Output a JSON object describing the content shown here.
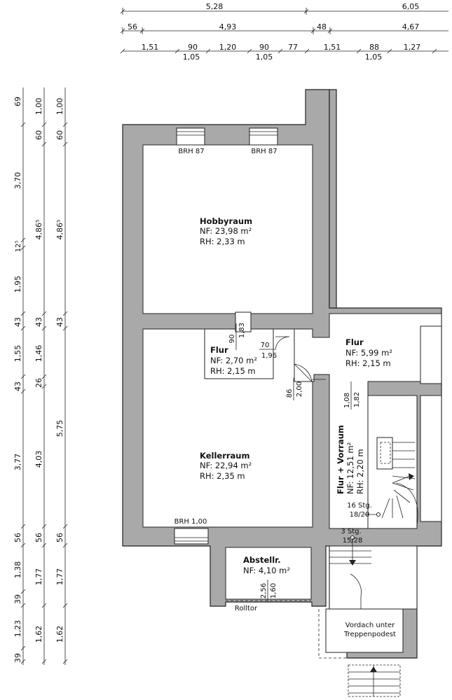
{
  "dimensions": {
    "top_row1": [
      "5,28",
      "6,05"
    ],
    "top_row2": [
      "56",
      "4,93",
      "48",
      "4,67"
    ],
    "top_row3": [
      "1,51",
      "90",
      "1,20",
      "90",
      "77",
      "1,51",
      "88",
      "1,27"
    ],
    "top_row3_sub": [
      "1,05",
      "1,05",
      "1,05"
    ],
    "left_col1": [
      "69",
      "3,70",
      "12⁵",
      "1,95",
      "43",
      "1,55",
      "43",
      "3,77",
      "56",
      "1,38",
      "39",
      "1,23",
      "39"
    ],
    "left_col2": [
      "1,00",
      "60",
      "4,86⁵",
      "43",
      "1,46",
      "26",
      "4,03",
      "56",
      "1,77",
      "1,62"
    ],
    "left_col3": [
      "1,00",
      "60",
      "4,86⁵",
      "43",
      "5,75",
      "56",
      "1,77",
      "1,62"
    ]
  },
  "rooms": {
    "hobbyraum": {
      "name": "Hobbyraum",
      "nf": "NF: 23,98 m²",
      "rh": "RH: 2,33 m"
    },
    "flur_small": {
      "name": "Flur",
      "nf": "NF: 2,70 m²",
      "rh": "RH: 2,15 m"
    },
    "flur_right": {
      "name": "Flur",
      "nf": "NF: 5,99 m²",
      "rh": "RH: 2,15 m"
    },
    "kellerraum": {
      "name": "Kellerraum",
      "nf": "NF: 22,94 m²",
      "rh": "RH: 2,35 m"
    },
    "flur_vorraum": {
      "name": "Flur + Vorraum",
      "nf": "NF: 12,51 m²",
      "rh": "RH: 2,20 m"
    },
    "abstellr": {
      "name": "Abstellr.",
      "nf": "NF: 4,10 m²"
    }
  },
  "annotations": {
    "brh1": "BRH 87",
    "brh2": "BRH 87",
    "brh3": "BRH 1,00",
    "door_a_w": "90",
    "door_a_h": "1,83",
    "door_b_w": "70",
    "door_b_h": "1,96",
    "door_c_w": "86",
    "door_c_h": "2,00",
    "door_d_w": "1,08",
    "door_d_h": "1,82",
    "door_e_w": "2,56",
    "door_e_h": "1,60",
    "stairs1_a": "16 Stg.",
    "stairs1_b": "18/20",
    "stairs2_a": "3 Stg.",
    "stairs2_b": "15/28",
    "rolltor": "Rolltor",
    "vordach_a": "Vordach unter",
    "vordach_b": "Treppenpodest"
  }
}
